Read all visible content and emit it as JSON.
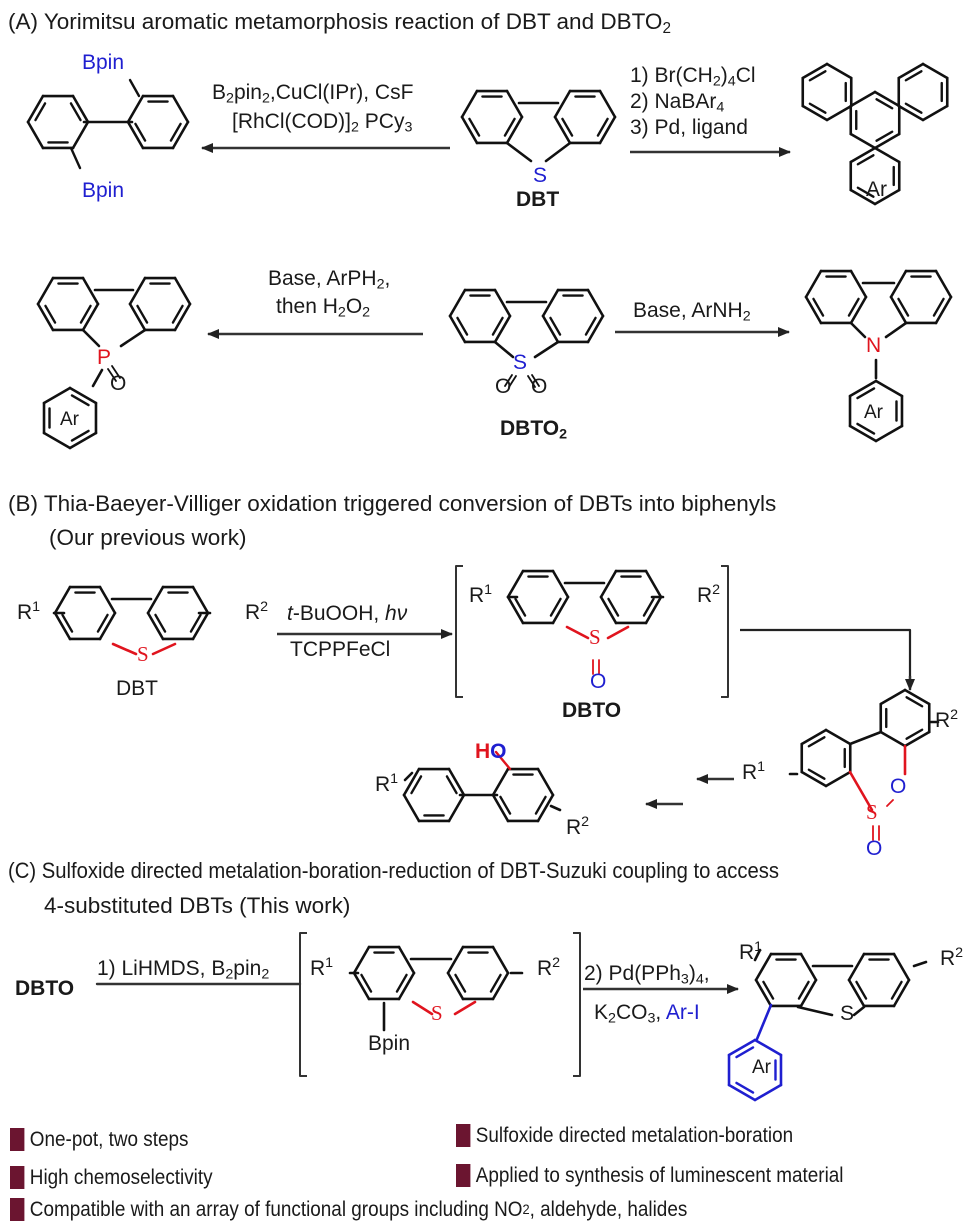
{
  "colors": {
    "bond": "#111111",
    "heteroatom_blue": "#1f1fd0",
    "highlight_red": "#e0141e",
    "bullet": "#6b1530",
    "arrow": "#333333"
  },
  "sectionA": {
    "heading": "(A) Yorimitsu aromatic metamorphosis reaction of DBT and DBTO",
    "heading_sub": "2",
    "row1": {
      "left_conditions": {
        "line1": {
          "a": "B",
          "a_sub": "2",
          "b": "pin",
          "b_sub": "2",
          "c": ",CuCl(IPr), CsF"
        },
        "line2": {
          "a": "[RhCl(COD)]",
          "a_sub": "2",
          "b": " PCy",
          "b_sub": "3"
        }
      },
      "right_conditions": {
        "line1": {
          "a": "1)  Br(CH",
          "a_sub": "2",
          "b": ")",
          "b_sub": "4",
          "c": "Cl"
        },
        "line2": {
          "a": "2)  NaBAr",
          "a_sub": "4"
        },
        "line3": "3)  Pd, ligand"
      },
      "bpin_top": "Bpin",
      "bpin_bottom": "Bpin",
      "center_atom": "S",
      "center_label": "DBT",
      "product_ring_label": "Ar"
    },
    "row2": {
      "left_conditions": {
        "line1": {
          "a": "Base, ArPH",
          "a_sub": "2",
          "b": ","
        },
        "line2": {
          "a": "then H",
          "a_sub": "2",
          "b": "O",
          "b_sub": "2"
        }
      },
      "right_conditions": {
        "a": "Base, ArNH",
        "a_sub": "2"
      },
      "phosphorus_atom": "P",
      "phosphorus_oxygen": "O",
      "left_ring_label": "Ar",
      "center_atom": "S",
      "sulfone_oxygens": [
        "O",
        "O"
      ],
      "center_label": "DBTO",
      "center_label_sub": "2",
      "nitrogen_atom": "N",
      "right_ring_label": "Ar"
    }
  },
  "sectionB": {
    "heading_line1": "(B) Thia-Baeyer-Villiger oxidation triggered conversion of DBTs into biphenyls",
    "heading_line2": "(Our previous work)",
    "r1": "R",
    "r1_sup": "1",
    "r2": "R",
    "r2_sup": "2",
    "start_atom": "S",
    "start_label": "DBT",
    "conditions": {
      "line1_italic": "t",
      "line1_rest": "-BuOOH, ",
      "line1_hv": "hν",
      "line2": "TCPPFeCl"
    },
    "intermediate_atom": "S",
    "intermediate_oxygen": "O",
    "intermediate_label": "DBTO",
    "sultine_sulfur": "S",
    "sultine_ring_oxygen": "O",
    "sultine_exo_oxygen": "O",
    "product_h": "H",
    "product_o": "O"
  },
  "sectionC": {
    "heading_line1": "(C) Sulfoxide directed metalation-boration-reduction of DBT-Suzuki coupling to access",
    "heading_line2": "4-substituted DBTs (This work)",
    "start_label": "DBTO",
    "step1": {
      "a": "1) LiHMDS, B",
      "a_sub": "2",
      "b": "pin",
      "b_sub": "2"
    },
    "intermediate_atom": "S",
    "intermediate_bpin": "Bpin",
    "step2_line1": {
      "a": "2) Pd(PPh",
      "a_sub": "3",
      "b": ")",
      "b_sub": "4",
      "c": ","
    },
    "step2_line2": {
      "a": "K",
      "a_sub": "2",
      "b": "CO",
      "b_sub": "3",
      "c": ", ",
      "d_blue": "Ar-I"
    },
    "product_atom": "S",
    "product_ring_label": "Ar",
    "r1": "R",
    "r1_sup": "1",
    "r2": "R",
    "r2_sup": "2"
  },
  "highlights": [
    {
      "text": "One-pot, two steps"
    },
    {
      "text": "Sulfoxide directed metalation-boration"
    },
    {
      "text": "High chemoselectivity"
    },
    {
      "text": "Applied to synthesis of luminescent material"
    },
    {
      "text": "Compatible with an array of functional groups including NO",
      "sub": "2",
      "tail": ", aldehyde, halides"
    }
  ]
}
